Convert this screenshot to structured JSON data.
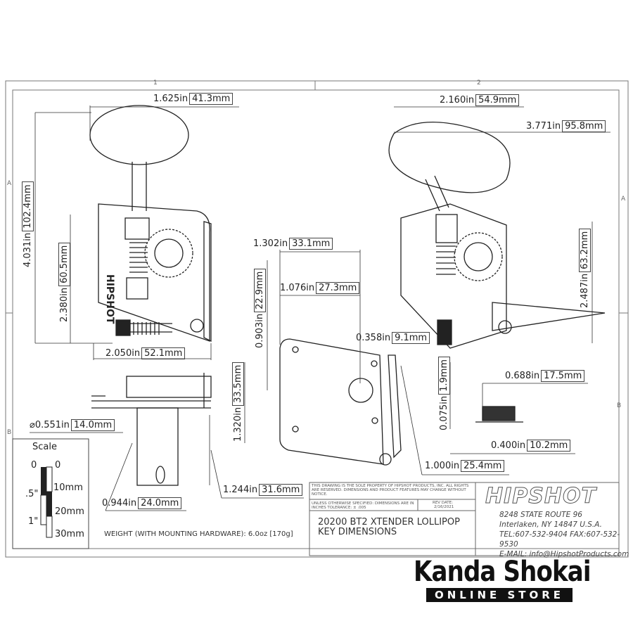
{
  "zones": {
    "top": [
      "1",
      "2"
    ],
    "side": [
      "A",
      "B"
    ]
  },
  "dimensions": {
    "d1": {
      "in": "1.625in",
      "mm": "41.3mm"
    },
    "d2": {
      "in": "4.031in",
      "mm": "102.4mm"
    },
    "d3": {
      "in": "2.380in",
      "mm": "60.5mm"
    },
    "d4": {
      "in": "2.050in",
      "mm": "52.1mm"
    },
    "d5": {
      "in": "2.160in",
      "mm": "54.9mm"
    },
    "d6": {
      "in": "3.771in",
      "mm": "95.8mm"
    },
    "d7": {
      "in": "2.487in",
      "mm": "63.2mm"
    },
    "d8": {
      "in": "1.302in",
      "mm": "33.1mm"
    },
    "d9": {
      "in": "1.076in",
      "mm": "27.3mm"
    },
    "d10": {
      "in": "0.903in",
      "mm": "22.9mm"
    },
    "d11": {
      "in": "0.358in",
      "mm": "9.1mm"
    },
    "d12": {
      "in": "1.320in",
      "mm": "33.5mm"
    },
    "d13": {
      "in": "0.688in",
      "mm": "17.5mm"
    },
    "d14": {
      "in": "0.075in",
      "mm": "1.9mm"
    },
    "d15": {
      "in": "0.400in",
      "mm": "10.2mm"
    },
    "d16": {
      "in": "1.000in",
      "mm": "25.4mm"
    },
    "d17": {
      "in": "⌀0.551in",
      "mm": "14.0mm"
    },
    "d18": {
      "in": "0.944in",
      "mm": "24.0mm"
    },
    "d19": {
      "in": "1.244in",
      "mm": "31.6mm"
    }
  },
  "scale": {
    "title": "Scale",
    "inch_labels": [
      "0",
      ".5\"",
      "1\""
    ],
    "mm_labels": [
      "0",
      "10mm",
      "20mm",
      "30mm"
    ]
  },
  "weight": "WEIGHT (WITH MOUNTING HARDWARE): 6.0oz [170g]",
  "title_block": {
    "notice": "THIS DRAWING IS THE SOLE PROPERTY OF HIPSHOT PRODUCTS, INC. ALL RIGHTS ARE RESERVED. DIMENSIONS AND PRODUCT FEATURES MAY CHANGE WITHOUT NOTICE.",
    "tolerance": "UNLESS OTHERWISE SPECIFIED: DIMENSIONS ARE IN INCHES TOLERANCE: ± .005",
    "rev_label": "REV DATE:",
    "rev_date": "2/16/2021",
    "title_line1": "20200 BT2 XTENDER LOLLIPOP",
    "title_line2": "KEY DIMENSIONS",
    "logo": "HIPSHOT",
    "address1": "8248 STATE ROUTE 96",
    "address2": "Interlaken, NY 14847 U.S.A.",
    "phone": "TEL:607-532-9404 FAX:607-532-9530",
    "email": "E-MAIL: info@HipshotProducts.com"
  },
  "part_logo": "HIPSHOT",
  "watermark": {
    "name": "Kanda Shokai",
    "sub": "ONLINE STORE"
  }
}
